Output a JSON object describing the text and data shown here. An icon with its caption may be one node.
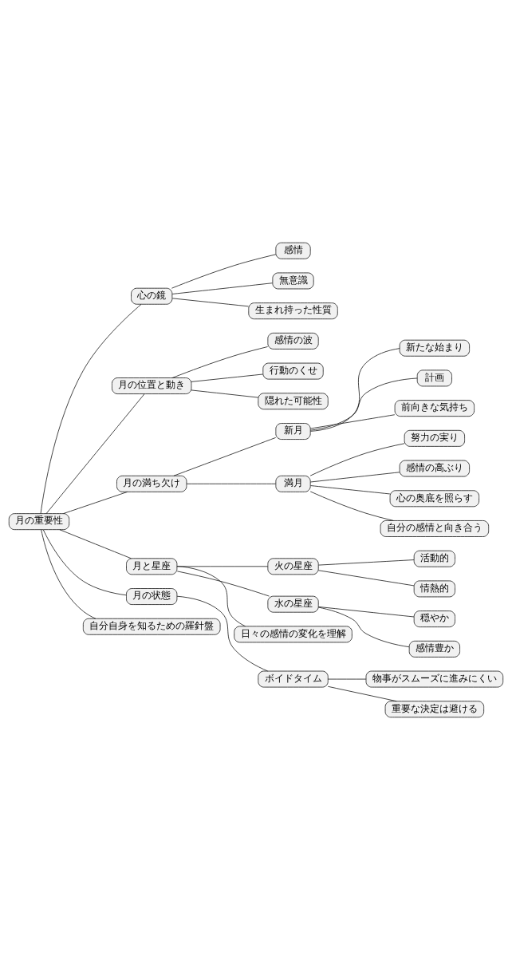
{
  "diagram": {
    "nodes": [
      {
        "text": [
          "月の重要性"
        ]
      },
      {
        "text": [
          "心の鏡"
        ]
      },
      {
        "text": [
          "感情"
        ]
      },
      {
        "text": [
          "無意識"
        ]
      },
      {
        "text": [
          "生まれ持った性質"
        ]
      },
      {
        "text": [
          "月の位置と動き"
        ]
      },
      {
        "text": [
          "感情の波"
        ]
      },
      {
        "text": [
          "行動のくせ"
        ]
      },
      {
        "text": [
          "隠れた可能性"
        ]
      },
      {
        "text": [
          "月の満ち欠け"
        ]
      },
      {
        "text": [
          "新月"
        ]
      },
      {
        "text": [
          "新たな始まり"
        ]
      },
      {
        "text": [
          "計画"
        ]
      },
      {
        "text": [
          "前向きな気持ち"
        ]
      },
      {
        "text": [
          "満月"
        ]
      },
      {
        "text": [
          "努力の実り"
        ]
      },
      {
        "text": [
          "感情の高ぶり"
        ]
      },
      {
        "text": [
          "心の奥底を照らす"
        ]
      },
      {
        "text": [
          "自分の感情と向き合う"
        ]
      },
      {
        "text": [
          "月と星座"
        ]
      },
      {
        "text": [
          "火の星座"
        ]
      },
      {
        "text": [
          "活動的"
        ]
      },
      {
        "text": [
          "情熱的"
        ]
      },
      {
        "text": [
          "水の星座"
        ]
      },
      {
        "text": [
          "穏やか"
        ]
      },
      {
        "text": [
          "感情豊か"
        ]
      },
      {
        "text": [
          "日々の感情の変化を理解"
        ]
      },
      {
        "text": [
          "月の状態"
        ]
      },
      {
        "text": [
          "ボイドタイム"
        ]
      },
      {
        "text": [
          "物事がスムーズに進みにくい"
        ]
      },
      {
        "text": [
          "重要な決定は避ける"
        ]
      },
      {
        "text": [
          "自分自身を知るための羅針盤"
        ]
      }
    ],
    "edges": [
      {
        "from": 0,
        "to": 1,
        "arrow": "none"
      },
      {
        "from": 1,
        "to": 2,
        "arrow": "none"
      },
      {
        "from": 1,
        "to": 3,
        "arrow": "none"
      },
      {
        "from": 1,
        "to": 4,
        "arrow": "none"
      },
      {
        "from": 0,
        "to": 5,
        "arrow": "none"
      },
      {
        "from": 5,
        "to": 6,
        "arrow": "none"
      },
      {
        "from": 5,
        "to": 7,
        "arrow": "none"
      },
      {
        "from": 5,
        "to": 8,
        "arrow": "none"
      },
      {
        "from": 0,
        "to": 9,
        "arrow": "none"
      },
      {
        "from": 9,
        "to": 10,
        "arrow": "none"
      },
      {
        "from": 10,
        "to": 11,
        "arrow": "none"
      },
      {
        "from": 10,
        "to": 12,
        "arrow": "none"
      },
      {
        "from": 10,
        "to": 13,
        "arrow": "none"
      },
      {
        "from": 9,
        "to": 14,
        "arrow": "none"
      },
      {
        "from": 14,
        "to": 15,
        "arrow": "none"
      },
      {
        "from": 14,
        "to": 16,
        "arrow": "none"
      },
      {
        "from": 14,
        "to": 17,
        "arrow": "none"
      },
      {
        "from": 14,
        "to": 18,
        "arrow": "none"
      },
      {
        "from": 0,
        "to": 19,
        "arrow": "none"
      },
      {
        "from": 19,
        "to": 20,
        "arrow": "none"
      },
      {
        "from": 20,
        "to": 21,
        "arrow": "none"
      },
      {
        "from": 20,
        "to": 22,
        "arrow": "none"
      },
      {
        "from": 19,
        "to": 23,
        "arrow": "none"
      },
      {
        "from": 23,
        "to": 24,
        "arrow": "none"
      },
      {
        "from": 23,
        "to": 25,
        "arrow": "none"
      },
      {
        "from": 19,
        "to": 26,
        "arrow": "none"
      },
      {
        "from": 0,
        "to": 27,
        "arrow": "none"
      },
      {
        "from": 27,
        "to": 28,
        "arrow": "none"
      },
      {
        "from": 28,
        "to": 29,
        "arrow": "none"
      },
      {
        "from": 28,
        "to": 30,
        "arrow": "none"
      },
      {
        "from": 0,
        "to": 31,
        "arrow": "none"
      }
    ]
  }
}
